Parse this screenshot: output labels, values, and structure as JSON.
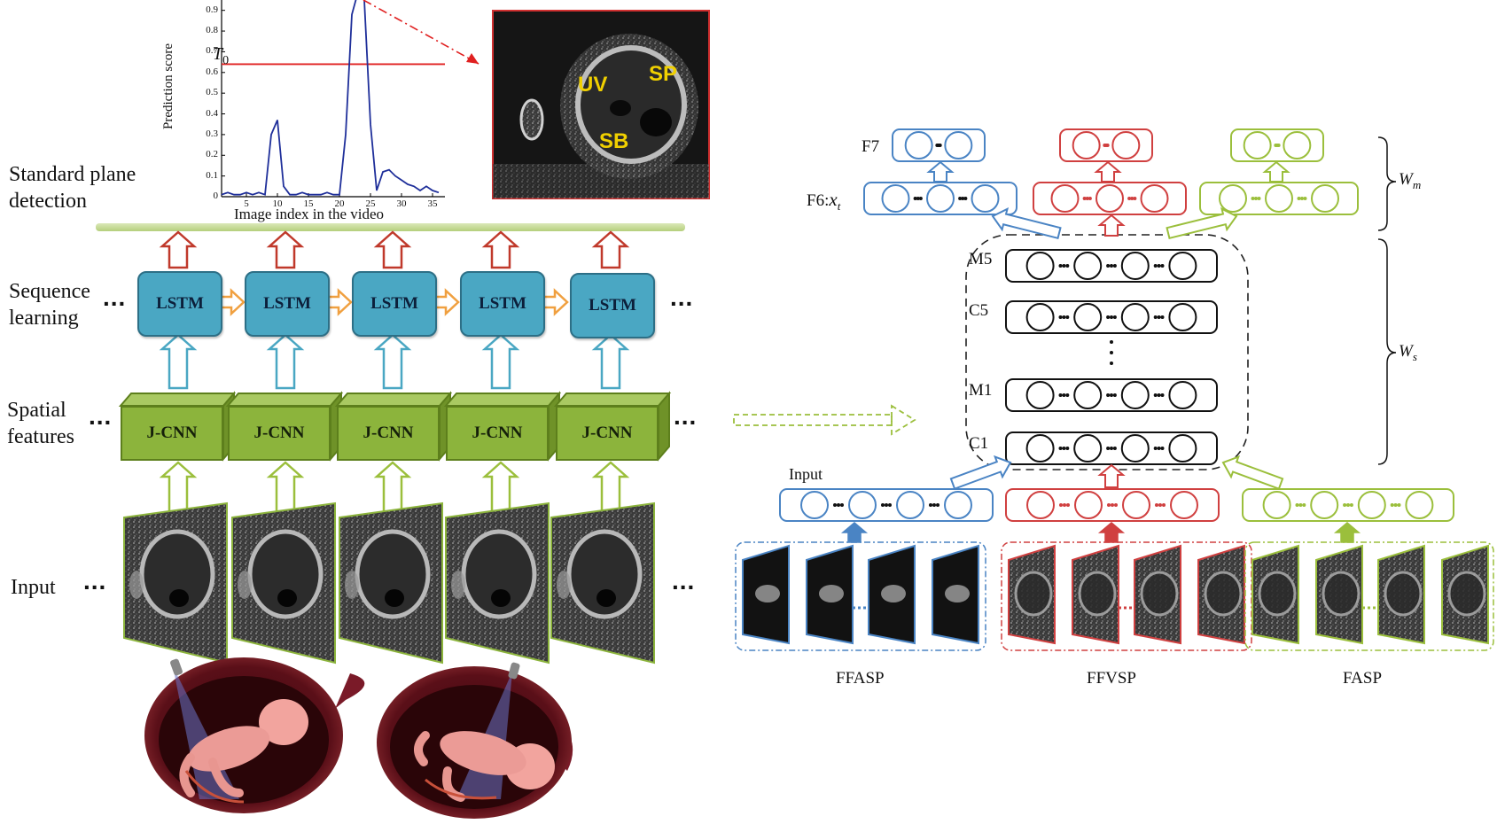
{
  "left": {
    "stage_labels": {
      "detection": [
        "Standard plane",
        "detection"
      ],
      "sequence": [
        "Sequence",
        "learning"
      ],
      "spatial": [
        "Spatial",
        "features"
      ],
      "input": "Input"
    },
    "lstm_label": "LSTM",
    "cnn_label": "J-CNN",
    "ellipsis": "...",
    "colors": {
      "lstm": "#4aa7c3",
      "cnn": "#8cb43c",
      "up_arrow_red": "#c0392b",
      "up_arrow_blue": "#4aa7c3",
      "up_arrow_green": "#9bbf3c",
      "side_arrow": "#f0a040"
    }
  },
  "score_plot": {
    "ylabel": "Prediction score",
    "xlabel": "Image index in the video",
    "threshold_label": "T",
    "threshold_sub": "0",
    "yticks": [
      "0.9",
      "0.8",
      "0.7",
      "0.6",
      "0.5",
      "0.4",
      "0.3",
      "0.2",
      "0.1",
      "0"
    ],
    "xticks": [
      "5",
      "10",
      "15",
      "20",
      "25",
      "30",
      "35"
    ]
  },
  "chart_data": {
    "type": "line",
    "x": [
      1,
      2,
      3,
      4,
      5,
      6,
      7,
      8,
      9,
      10,
      11,
      12,
      13,
      14,
      15,
      16,
      17,
      18,
      19,
      20,
      21,
      22,
      23,
      24,
      25,
      26,
      27,
      28,
      29,
      30,
      31,
      32,
      33,
      34,
      35,
      36
    ],
    "y": [
      0.01,
      0.02,
      0.01,
      0.01,
      0.02,
      0.01,
      0.02,
      0.01,
      0.3,
      0.37,
      0.05,
      0.01,
      0.01,
      0.02,
      0.01,
      0.01,
      0.01,
      0.02,
      0.01,
      0.01,
      0.3,
      0.88,
      0.99,
      0.95,
      0.35,
      0.03,
      0.12,
      0.13,
      0.1,
      0.08,
      0.06,
      0.05,
      0.03,
      0.05,
      0.03,
      0.02
    ],
    "threshold": 0.64,
    "ylabel": "Prediction score",
    "xlabel": "Image index in the video",
    "xlim": [
      1,
      37
    ],
    "ylim": [
      0,
      0.95
    ],
    "colors": {
      "line": "#1f2f9a",
      "threshold": "#e02020"
    }
  },
  "ultrasound_labels": [
    "UV",
    "SP",
    "SB"
  ],
  "right": {
    "layer_labels": [
      "F7",
      "F6:",
      "M5",
      "C5",
      "M1",
      "C1"
    ],
    "f6_var": "x",
    "f6_sub": "t",
    "input_label": "Input",
    "groups": [
      "FFASP",
      "FFVSP",
      "FASP"
    ],
    "brace_m": "W",
    "brace_m_sub": "m",
    "brace_s": "W",
    "brace_s_sub": "s",
    "colors": {
      "blue": "#4a84c4",
      "red": "#d04040",
      "green": "#9bbf3c"
    }
  }
}
